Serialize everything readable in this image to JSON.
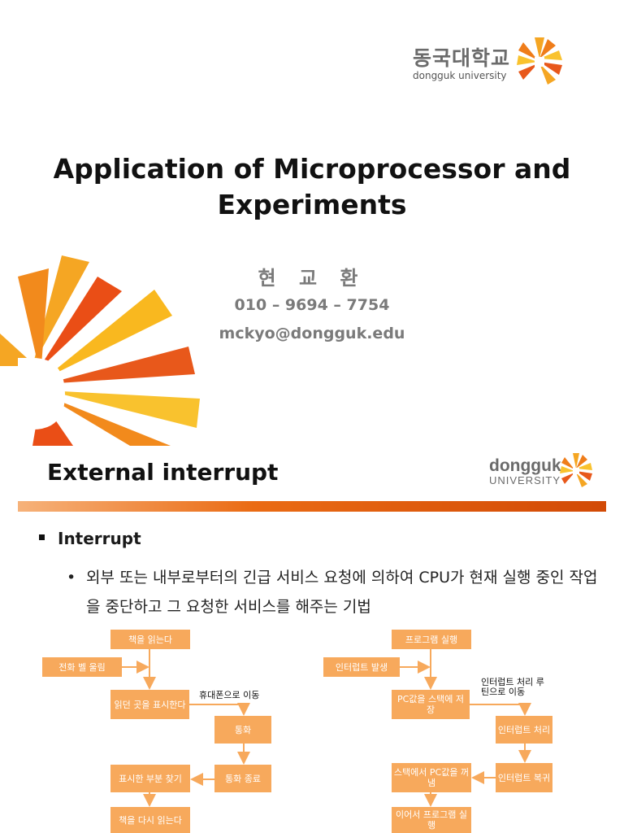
{
  "slide1": {
    "logo_korean": "동국대학교",
    "logo_english": "dongguk university",
    "title_line1": "Application of Microprocessor and",
    "title_line2": "Experiments",
    "author_name": "현 교 환",
    "phone": "010 – 9694 – 7754",
    "email": "mckyo@dongguk.edu"
  },
  "slide2": {
    "title": "External interrupt",
    "logo_line1": "dongguk",
    "logo_line2": "UNIVERSITY",
    "bullet_heading": "Interrupt",
    "bullet_text": "외부 또는 내부로부터의 긴급 서비스 요청에 의하여 CPU가 현재 실행 중인 작업을 중단하고 그 요청한 서비스를 해주는 기법",
    "left_flow": {
      "read_book": "책을 읽는다",
      "phone_ring": "전화 벨 울림",
      "mark_place": "읽던 곳을 표시한다",
      "move_to_phone": "휴대폰으로 이동",
      "call": "통화",
      "end_call": "통화 종료",
      "find_marked": "표시한 부분 찾기",
      "read_again": "책을 다시 읽는다"
    },
    "right_flow": {
      "run_program": "프로그램 실행",
      "interrupt_occurs": "인터럽트 발생",
      "save_pc": "PC값을 스택에 저장",
      "move_to_routine": "인터럽트 처리 루틴으로 이동",
      "handle_interrupt": "인터럽트 처리",
      "return_interrupt": "인터럽트 복귀",
      "pop_pc": "스택에서 PC값을 꺼냄",
      "continue_program": "이어서 프로그램 실행"
    }
  }
}
